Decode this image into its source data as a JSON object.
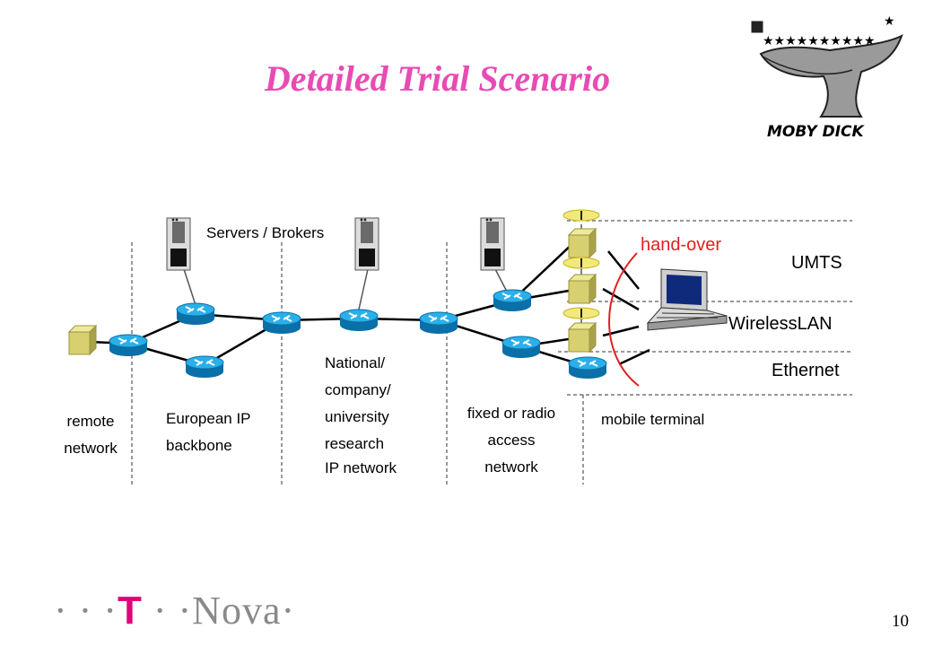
{
  "title": "Detailed Trial Scenario",
  "logo": {
    "text": "MOBY DICK"
  },
  "labels": {
    "servers": "Servers / Brokers",
    "hand_over": "hand-over",
    "mobile_terminal": "mobile terminal"
  },
  "bands": [
    "UMTS",
    "WirelessLAN",
    "Ethernet"
  ],
  "sections": {
    "remote": [
      "remote",
      "network"
    ],
    "backbone": [
      "European IP",
      "backbone"
    ],
    "national": [
      "National/",
      "company/",
      "university",
      "research",
      "IP network"
    ],
    "access": [
      "fixed or radio",
      "access",
      "network"
    ]
  },
  "footer": {
    "brand_t": "T",
    "brand_name": "Nova",
    "page_number": "10"
  },
  "colors": {
    "title": "#e84bb4",
    "router": "#1a9ad6",
    "accent_red": "#e02020",
    "brand": "#e2007a"
  }
}
